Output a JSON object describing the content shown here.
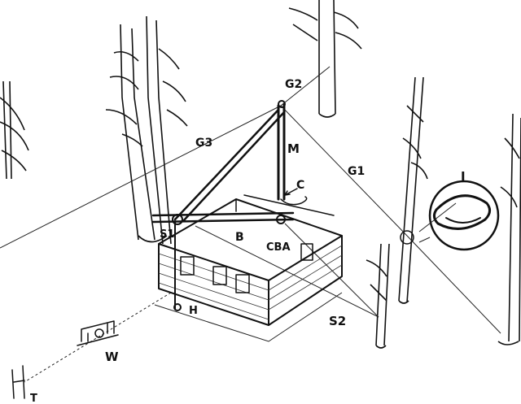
{
  "labels": {
    "gin_pole": "M",
    "guy_1": "G1",
    "guy_2": "G2",
    "guy_3": "G3",
    "boom": "B",
    "cable": "C",
    "cab_a": "CBA",
    "sling_1": "S1",
    "sling_2": "S2",
    "hook": "H",
    "winch": "W",
    "anchor": "T",
    "inset": "I"
  }
}
